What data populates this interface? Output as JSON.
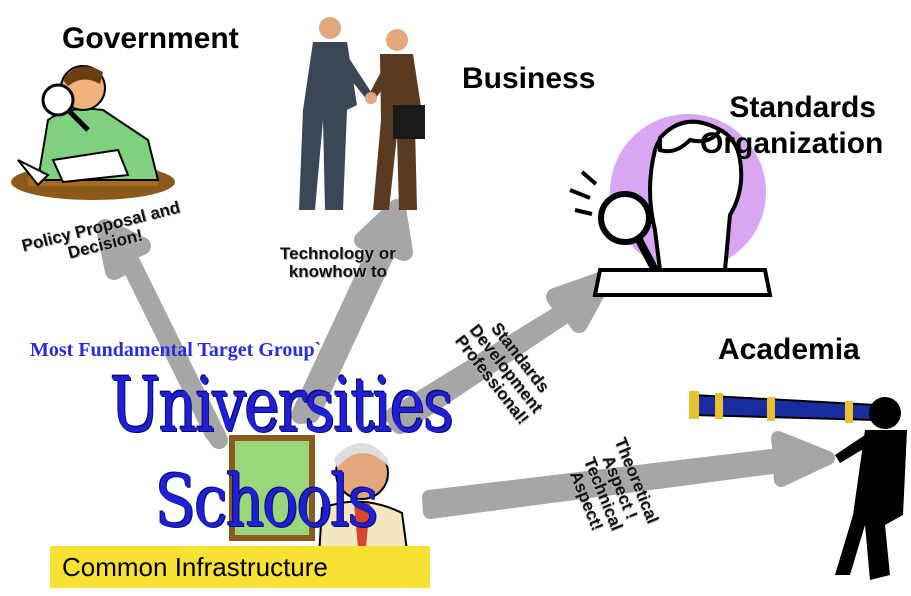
{
  "nodes": {
    "government": "Government",
    "business": "Business",
    "standards": [
      "Standards",
      "Organization"
    ],
    "academia": "Academia"
  },
  "arrows": {
    "government": [
      "Policy Proposal and",
      "Decision!"
    ],
    "business": [
      "Technology or",
      "knowhow to"
    ],
    "standards": [
      "Standards",
      "Development",
      "Professional!"
    ],
    "academia": [
      "Theoretical",
      "Aspect !",
      "Technical",
      "Aspect!"
    ]
  },
  "center": {
    "target_group": "Most Fundamental Target Group`",
    "universities": "Universities",
    "schools": "Schools",
    "infrastructure": "Common Infrastructure"
  },
  "colors": {
    "arrow": "#a6a6a6",
    "title_blue": "#1f1fd6",
    "infra_yellow": "#f7e233",
    "standards_circle": "#d9a6f2"
  },
  "icons": [
    "investigator-clipart",
    "handshake-clipart",
    "magnifier-woman-clipart",
    "telescope-clipart",
    "teacher-clipart"
  ]
}
